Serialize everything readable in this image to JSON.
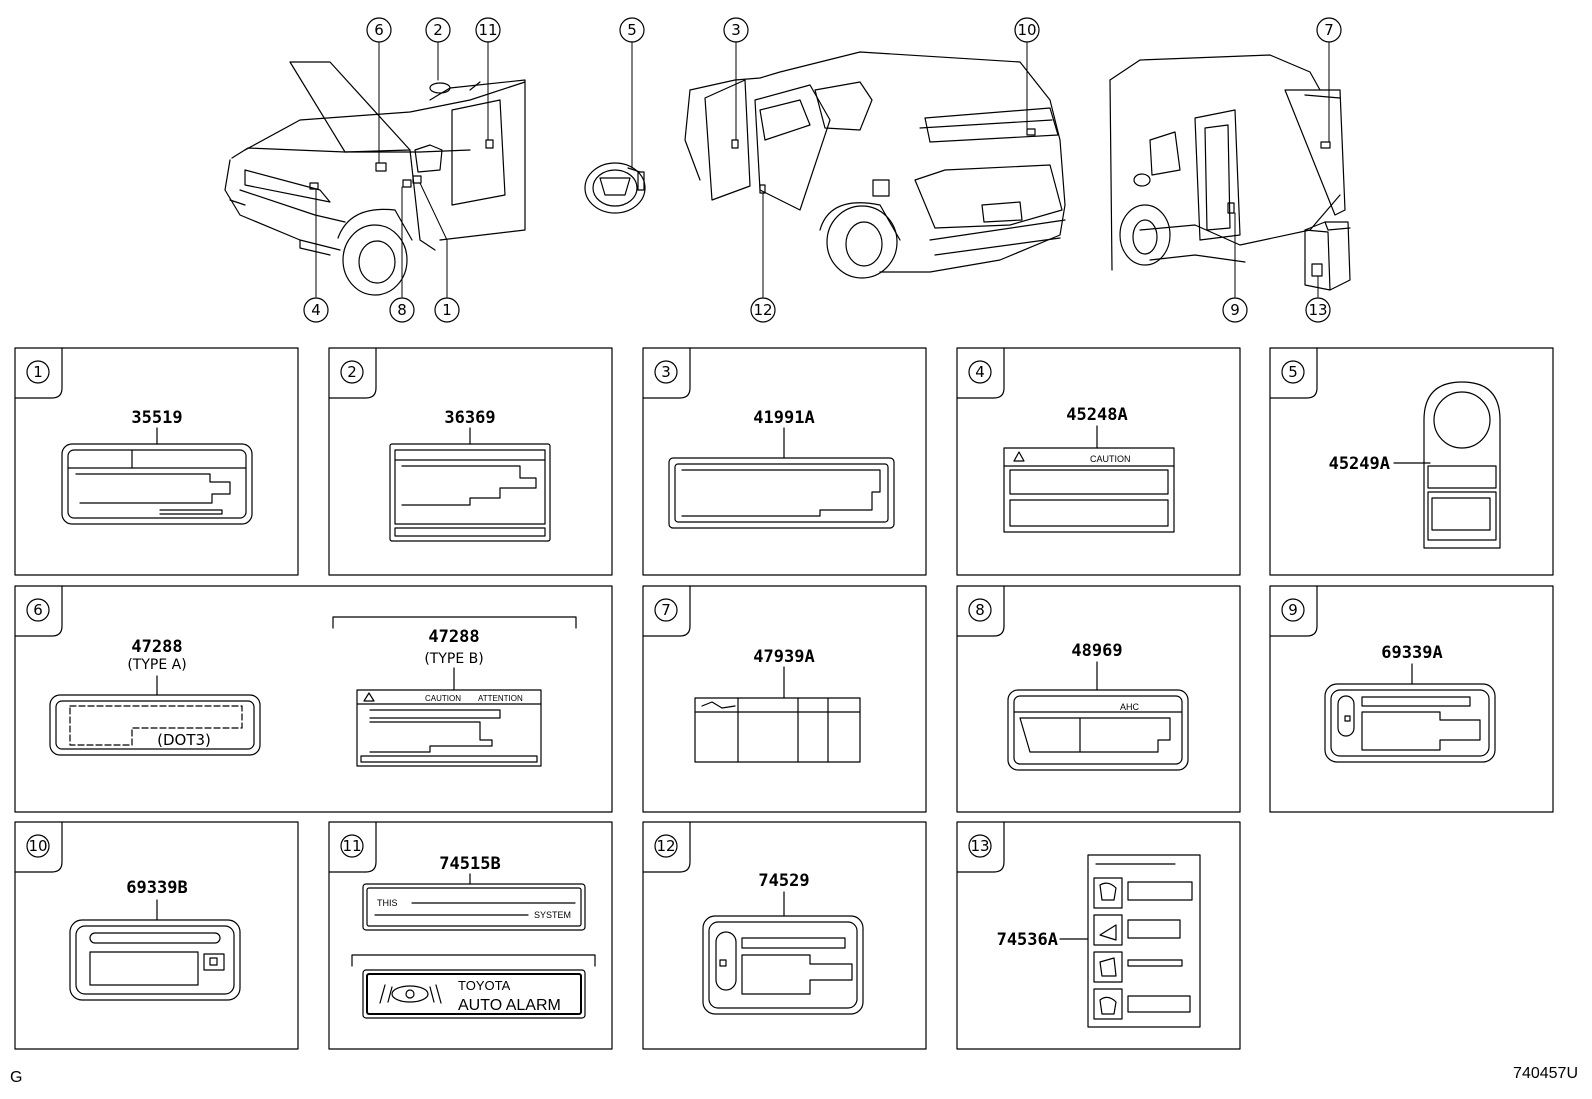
{
  "callouts": [
    "1",
    "2",
    "3",
    "4",
    "5",
    "6",
    "7",
    "8",
    "9",
    "10",
    "11",
    "12",
    "13"
  ],
  "panels": [
    {
      "num": "1",
      "parts": [
        "35519"
      ]
    },
    {
      "num": "2",
      "parts": [
        "36369"
      ]
    },
    {
      "num": "3",
      "parts": [
        "41991A"
      ]
    },
    {
      "num": "4",
      "parts": [
        "45248A"
      ],
      "label_text": [
        "CAUTION"
      ]
    },
    {
      "num": "5",
      "parts": [
        "45249A"
      ]
    },
    {
      "num": "6",
      "parts": [
        "47288",
        "47288"
      ],
      "types": [
        "(TYPE A)",
        "(TYPE B)"
      ],
      "label_text": [
        "(DOT3)",
        "CAUTION",
        "ATTENTION"
      ]
    },
    {
      "num": "7",
      "parts": [
        "47939A"
      ]
    },
    {
      "num": "8",
      "parts": [
        "48969"
      ],
      "label_text": [
        "AHC"
      ]
    },
    {
      "num": "9",
      "parts": [
        "69339A"
      ]
    },
    {
      "num": "10",
      "parts": [
        "69339B"
      ]
    },
    {
      "num": "11",
      "parts": [
        "74515B"
      ],
      "label_text": [
        "THIS",
        "SYSTEM",
        "TOYOTA",
        "AUTO ALARM"
      ]
    },
    {
      "num": "12",
      "parts": [
        "74529"
      ]
    },
    {
      "num": "13",
      "parts": [
        "74536A"
      ]
    }
  ],
  "footer": {
    "left": "G",
    "right": "740457U"
  }
}
